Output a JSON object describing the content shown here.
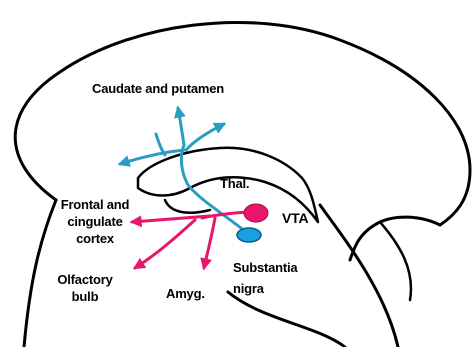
{
  "labels": {
    "caudate": "Caudate and putamen",
    "thalamus": "Thal.",
    "vta": "VTA",
    "frontal_line1": "Frontal and",
    "frontal_line2": "cingulate",
    "frontal_line3": "cortex",
    "olfactory_line1": "Olfactory",
    "olfactory_line2": "bulb",
    "amygdala": "Amyg.",
    "substantia_line1": "Substantia",
    "substantia_line2": "nigra"
  },
  "colors": {
    "outline": "#000000",
    "nigrostriatal": "#2a9ec2",
    "mesolimbic": "#e8156b",
    "substantia_fill": "#1aa0e0",
    "vta_fill": "#e8156b"
  }
}
